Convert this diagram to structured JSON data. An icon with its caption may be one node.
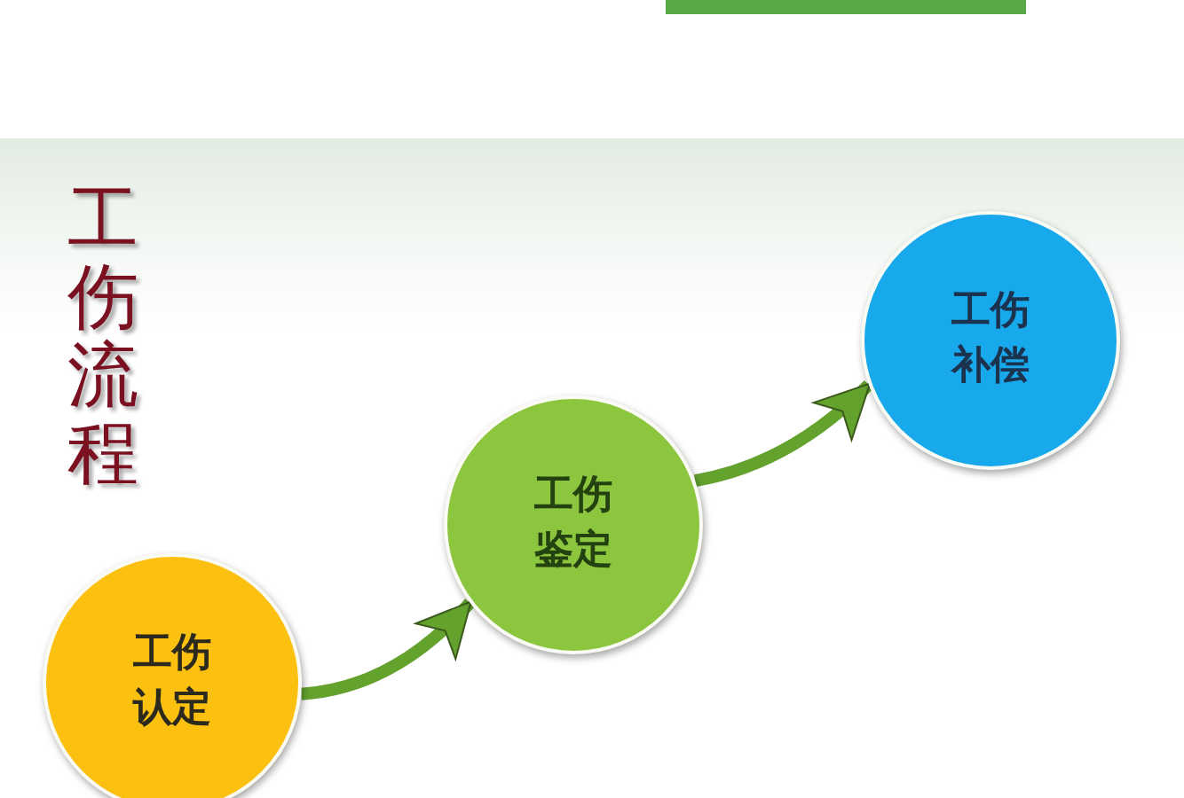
{
  "diagram": {
    "title": "工伤流程",
    "nodes": [
      {
        "text": [
          "工伤认定"
        ]
      },
      {
        "text": [
          "工伤鉴定"
        ]
      },
      {
        "text": [
          "工伤补偿"
        ]
      }
    ],
    "edges": [
      {
        "from": 0,
        "to": 1,
        "arrow": "to"
      },
      {
        "from": 1,
        "to": 2,
        "arrow": "to"
      }
    ]
  }
}
